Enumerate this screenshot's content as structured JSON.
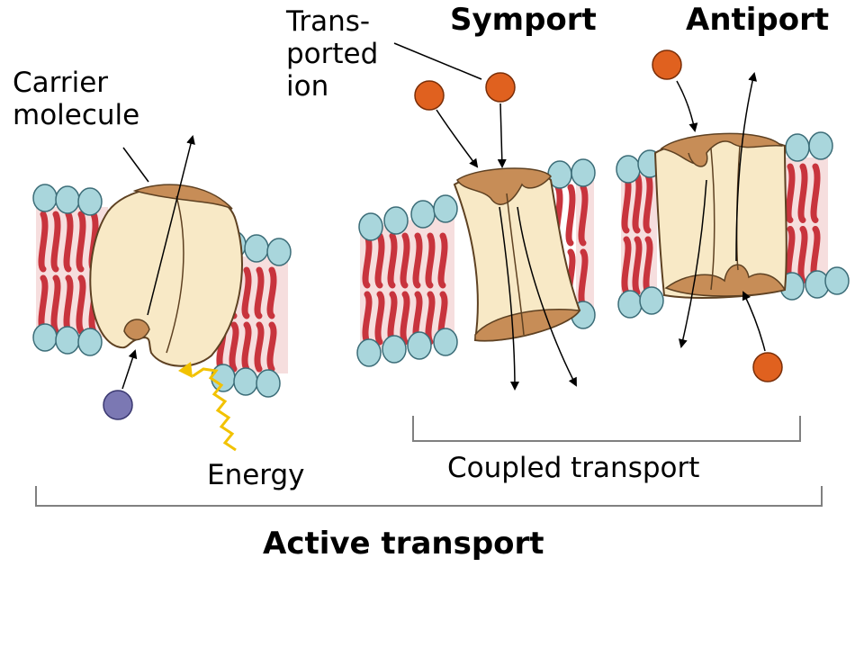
{
  "labels": {
    "carrier_molecule": "Carrier\nmolecule",
    "transported_ion": "Trans-\nported\nion",
    "symport": "Symport",
    "antiport": "Antiport",
    "energy": "Energy",
    "coupled_transport": "Coupled transport",
    "active_transport": "Active transport"
  },
  "colors": {
    "lipid_head": "#a9d6dc",
    "lipid_tail": "#c8343d",
    "membrane_core": "#f6dede",
    "protein": "#f8e9c6",
    "protein_outline": "#5e4122",
    "binding_site": "#c78d57",
    "ion_orange": "#e0611f",
    "ion_purple": "#7b78b3",
    "energy_arrow": "#f2c200",
    "bracket": "#808080"
  }
}
